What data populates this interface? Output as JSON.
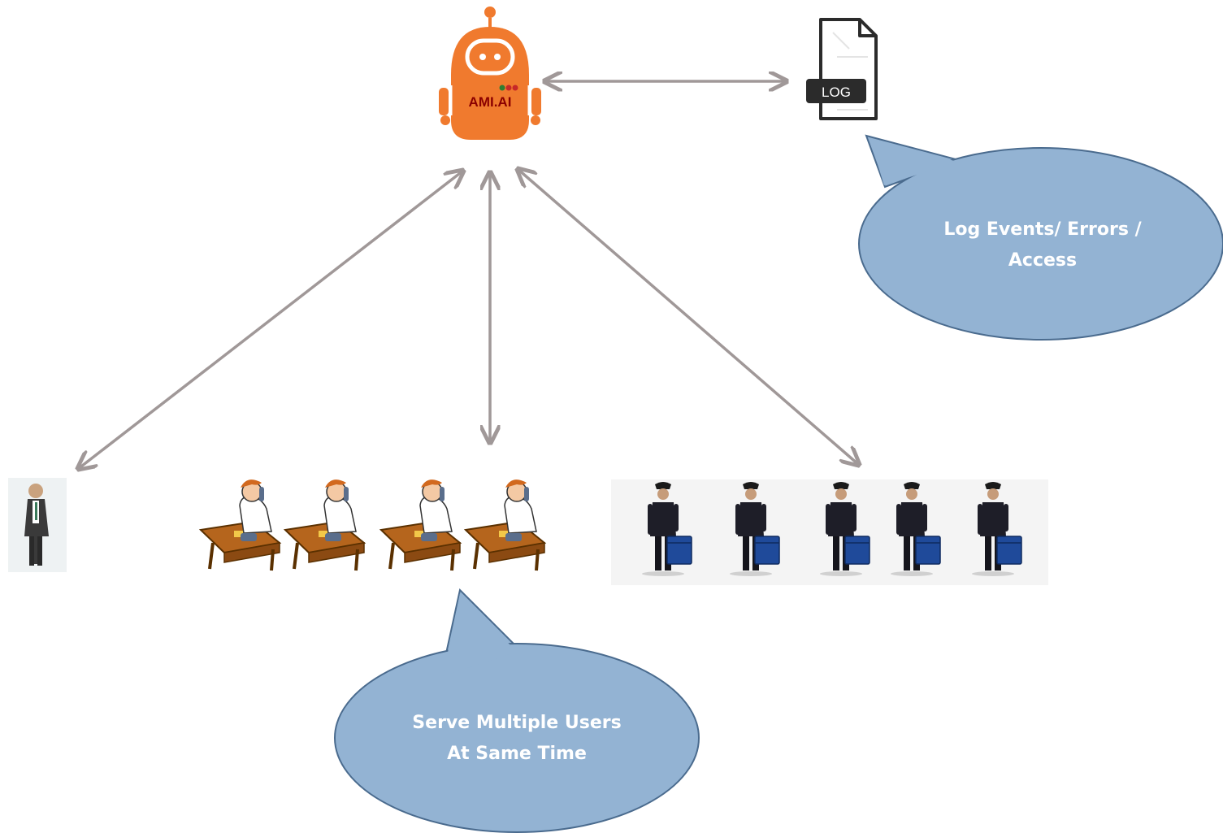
{
  "bot": {
    "label": "AMI.AI",
    "color": "#f07a2e",
    "label_color": "#8b0000"
  },
  "log_file": {
    "label": "LOG"
  },
  "callouts": {
    "log": {
      "line1": "Log Events/ Errors /",
      "line2": "Access",
      "fill": "#93b3d3"
    },
    "serve": {
      "line1": "Serve Multiple Users",
      "line2": "At Same Time",
      "fill": "#93b3d3"
    }
  },
  "groups": {
    "single_user": {
      "icon": "businessman-icon"
    },
    "call_center": {
      "icon": "phone-operator-icon",
      "count": 4
    },
    "pilots": {
      "icon": "pilot-with-briefcase-icon",
      "count": 5
    }
  },
  "arrow_color": "#a09898"
}
